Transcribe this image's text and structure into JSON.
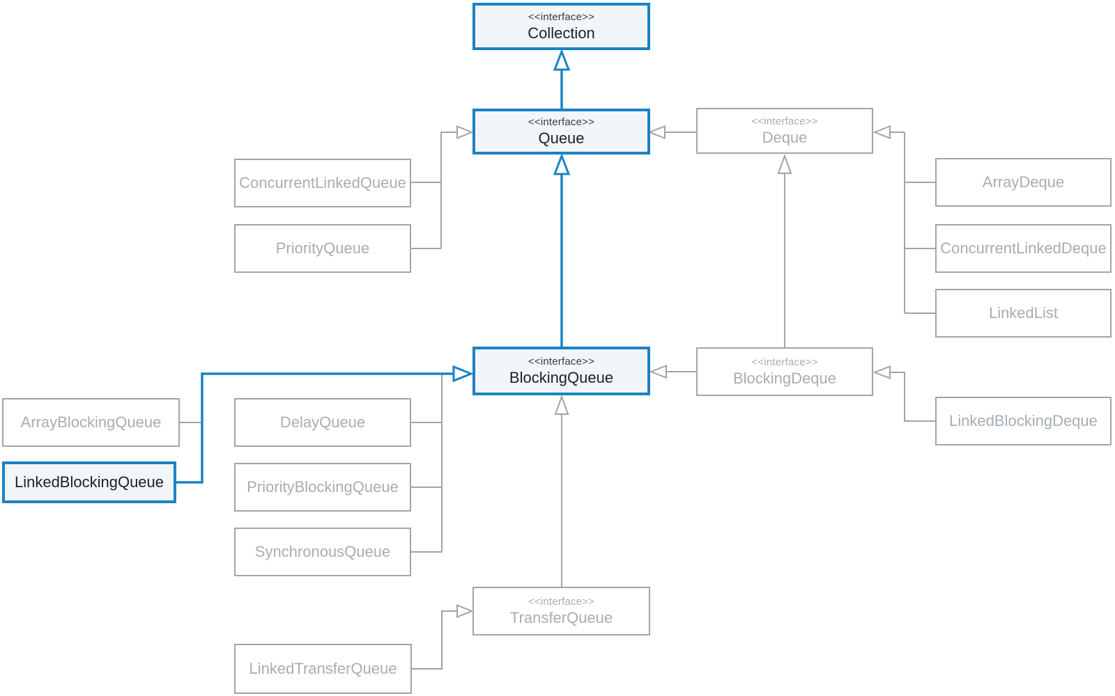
{
  "colors": {
    "highlight_blue": "#1b82c4",
    "highlight_fill": "#f2f6fb",
    "muted_gray_line": "#a3a3a3",
    "muted_gray_text": "#a7adb3",
    "dark_text": "#212121",
    "background": "#ffffff"
  },
  "nodes": {
    "collection": {
      "stereotype": "<<interface>>",
      "name": "Collection",
      "state": "highlighted"
    },
    "queue": {
      "stereotype": "<<interface>>",
      "name": "Queue",
      "state": "highlighted"
    },
    "deque": {
      "stereotype": "<<interface>>",
      "name": "Deque",
      "state": "muted"
    },
    "concurrent_linked_queue": {
      "name": "ConcurrentLinkedQueue",
      "state": "muted"
    },
    "priority_queue": {
      "name": "PriorityQueue",
      "state": "muted"
    },
    "array_deque": {
      "name": "ArrayDeque",
      "state": "muted"
    },
    "concurrent_linked_deque": {
      "name": "ConcurrentLinkedDeque",
      "state": "muted"
    },
    "linked_list": {
      "name": "LinkedList",
      "state": "muted"
    },
    "blocking_queue": {
      "stereotype": "<<interface>>",
      "name": "BlockingQueue",
      "state": "highlighted"
    },
    "blocking_deque": {
      "stereotype": "<<interface>>",
      "name": "BlockingDeque",
      "state": "muted"
    },
    "array_blocking_queue": {
      "name": "ArrayBlockingQueue",
      "state": "muted"
    },
    "linked_blocking_queue": {
      "name": "LinkedBlockingQueue",
      "state": "highlighted"
    },
    "delay_queue": {
      "name": "DelayQueue",
      "state": "muted"
    },
    "priority_blocking_queue": {
      "name": "PriorityBlockingQueue",
      "state": "muted"
    },
    "synchronous_queue": {
      "name": "SynchronousQueue",
      "state": "muted"
    },
    "linked_blocking_deque": {
      "name": "LinkedBlockingDeque",
      "state": "muted"
    },
    "transfer_queue": {
      "stereotype": "<<interface>>",
      "name": "TransferQueue",
      "state": "muted"
    },
    "linked_transfer_queue": {
      "name": "LinkedTransferQueue",
      "state": "muted"
    }
  },
  "edges": [
    {
      "from": "Queue",
      "to": "Collection",
      "relation": "extends",
      "highlighted": true
    },
    {
      "from": "BlockingQueue",
      "to": "Queue",
      "relation": "extends",
      "highlighted": true
    },
    {
      "from": "LinkedBlockingQueue",
      "to": "BlockingQueue",
      "relation": "implements",
      "highlighted": true
    },
    {
      "from": "ConcurrentLinkedQueue",
      "to": "Queue",
      "relation": "implements",
      "highlighted": false
    },
    {
      "from": "PriorityQueue",
      "to": "Queue",
      "relation": "implements",
      "highlighted": false
    },
    {
      "from": "Deque",
      "to": "Queue",
      "relation": "extends",
      "highlighted": false
    },
    {
      "from": "ArrayDeque",
      "to": "Deque",
      "relation": "implements",
      "highlighted": false
    },
    {
      "from": "ConcurrentLinkedDeque",
      "to": "Deque",
      "relation": "implements",
      "highlighted": false
    },
    {
      "from": "LinkedList",
      "to": "Deque",
      "relation": "implements",
      "highlighted": false
    },
    {
      "from": "BlockingDeque",
      "to": "Deque",
      "relation": "extends",
      "highlighted": false
    },
    {
      "from": "BlockingDeque",
      "to": "BlockingQueue",
      "relation": "extends",
      "highlighted": false
    },
    {
      "from": "LinkedBlockingDeque",
      "to": "BlockingDeque",
      "relation": "implements",
      "highlighted": false
    },
    {
      "from": "ArrayBlockingQueue",
      "to": "BlockingQueue",
      "relation": "implements",
      "highlighted": false
    },
    {
      "from": "DelayQueue",
      "to": "BlockingQueue",
      "relation": "implements",
      "highlighted": false
    },
    {
      "from": "PriorityBlockingQueue",
      "to": "BlockingQueue",
      "relation": "implements",
      "highlighted": false
    },
    {
      "from": "SynchronousQueue",
      "to": "BlockingQueue",
      "relation": "implements",
      "highlighted": false
    },
    {
      "from": "TransferQueue",
      "to": "BlockingQueue",
      "relation": "extends",
      "highlighted": false
    },
    {
      "from": "LinkedTransferQueue",
      "to": "TransferQueue",
      "relation": "implements",
      "highlighted": false
    }
  ]
}
